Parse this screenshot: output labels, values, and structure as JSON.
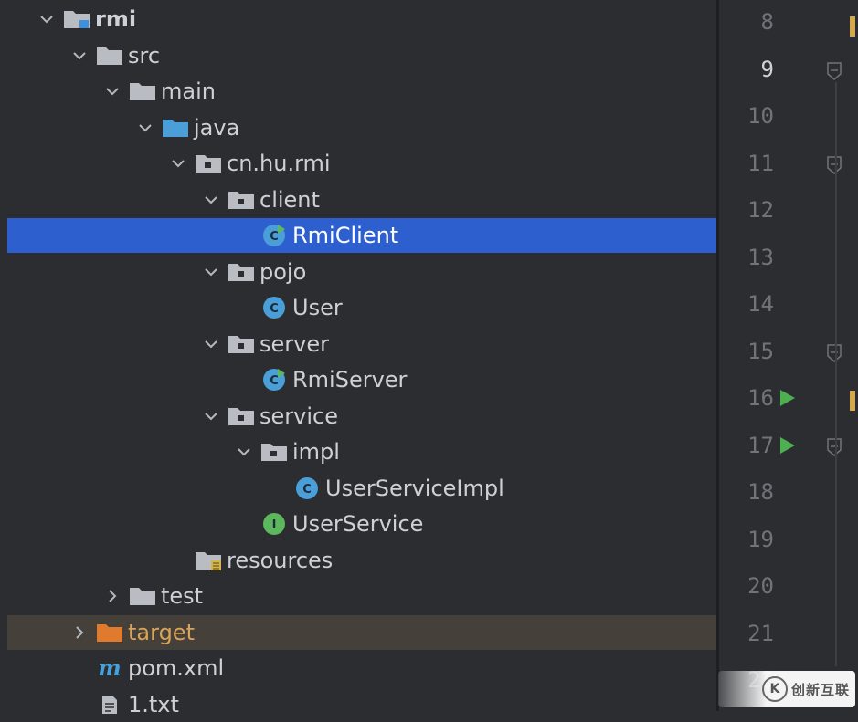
{
  "tree": [
    {
      "label": "rmi",
      "depth": 0,
      "expanded": true,
      "icon": "module-folder-icon",
      "bold": true
    },
    {
      "label": "src",
      "depth": 1,
      "expanded": true,
      "icon": "folder-icon"
    },
    {
      "label": "main",
      "depth": 2,
      "expanded": true,
      "icon": "folder-icon"
    },
    {
      "label": "java",
      "depth": 3,
      "expanded": true,
      "icon": "source-root-folder-icon"
    },
    {
      "label": "cn.hu.rmi",
      "depth": 4,
      "expanded": true,
      "icon": "package-icon"
    },
    {
      "label": "client",
      "depth": 5,
      "expanded": true,
      "icon": "package-icon"
    },
    {
      "label": "RmiClient",
      "depth": 6,
      "icon": "runnable-class-icon",
      "selected": true
    },
    {
      "label": "pojo",
      "depth": 5,
      "expanded": true,
      "icon": "package-icon"
    },
    {
      "label": "User",
      "depth": 6,
      "icon": "class-icon"
    },
    {
      "label": "server",
      "depth": 5,
      "expanded": true,
      "icon": "package-icon"
    },
    {
      "label": "RmiServer",
      "depth": 6,
      "icon": "runnable-class-icon"
    },
    {
      "label": "service",
      "depth": 5,
      "expanded": true,
      "icon": "package-icon"
    },
    {
      "label": "impl",
      "depth": 6,
      "expanded": true,
      "icon": "package-icon"
    },
    {
      "label": "UserServiceImpl",
      "depth": 7,
      "icon": "class-icon"
    },
    {
      "label": "UserService",
      "depth": 6,
      "icon": "interface-icon"
    },
    {
      "label": "resources",
      "depth": 4,
      "icon": "resources-folder-icon"
    },
    {
      "label": "test",
      "depth": 2,
      "expanded": false,
      "icon": "folder-icon"
    },
    {
      "label": "target",
      "depth": 1,
      "expanded": false,
      "icon": "excluded-folder-icon",
      "excluded": true
    },
    {
      "label": "pom.xml",
      "depth": 1,
      "icon": "maven-icon"
    },
    {
      "label": "1.txt",
      "depth": 1,
      "icon": "text-file-icon"
    }
  ],
  "gutter": {
    "lines": [
      "8",
      "9",
      "10",
      "11",
      "12",
      "13",
      "14",
      "15",
      "16",
      "17",
      "18",
      "19",
      "20",
      "21",
      "22"
    ],
    "current_line": "9",
    "run_lines": [
      "16",
      "17"
    ]
  },
  "colors": {
    "selection": "#2e5fcf",
    "excluded_row": "#45403a",
    "run_icon": "#4caf50"
  },
  "watermark": {
    "text": "创新互联",
    "logo": "K"
  }
}
